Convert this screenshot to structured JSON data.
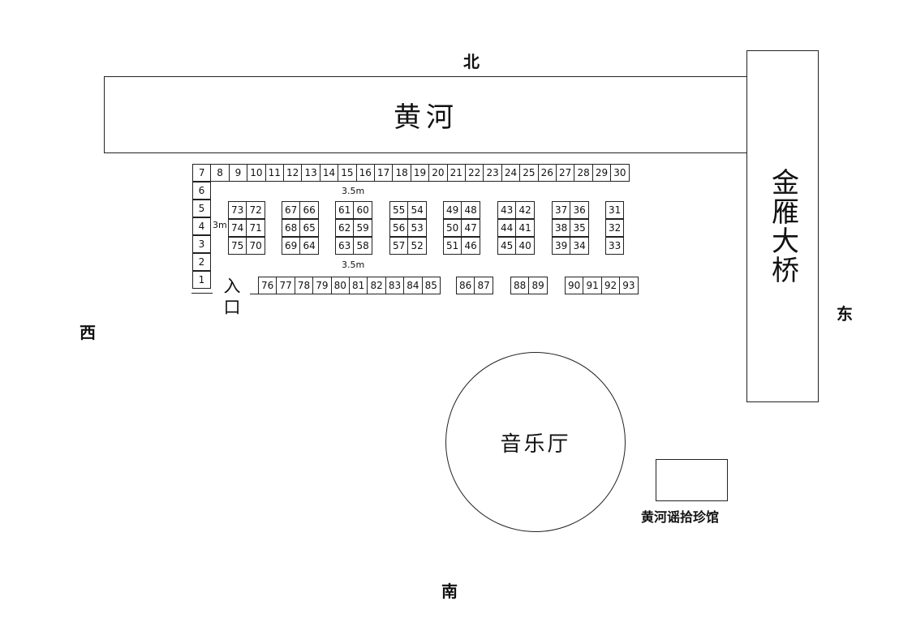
{
  "labels": {
    "north": "北",
    "south": "南",
    "east": "东",
    "west": "西",
    "river": "黄河",
    "bridge": "金雁大桥",
    "music_hall": "音乐厅",
    "museum": "黄河谣拾珍馆",
    "entrance_line1": "入",
    "entrance_line2": "口",
    "gap_top": "3.5m",
    "gap_bottom": "3.5m",
    "gap_left": "3m"
  },
  "stalls": {
    "top_row": [
      "7",
      "8",
      "9",
      "10",
      "11",
      "12",
      "13",
      "14",
      "15",
      "16",
      "17",
      "18",
      "19",
      "20",
      "21",
      "22",
      "23",
      "24",
      "25",
      "26",
      "27",
      "28",
      "29",
      "30"
    ],
    "left_column": [
      "6",
      "5",
      "4",
      "3",
      "2",
      "1"
    ],
    "bottom_groups": [
      [
        "76",
        "77",
        "78",
        "79",
        "80",
        "81",
        "82",
        "83",
        "84",
        "85"
      ],
      [
        "86",
        "87"
      ],
      [
        "88",
        "89"
      ],
      [
        "90",
        "91",
        "92",
        "93"
      ]
    ],
    "inner_blocks": [
      [
        [
          "73",
          "72"
        ],
        [
          "74",
          "71"
        ],
        [
          "75",
          "70"
        ]
      ],
      [
        [
          "67",
          "66"
        ],
        [
          "68",
          "65"
        ],
        [
          "69",
          "64"
        ]
      ],
      [
        [
          "61",
          "60"
        ],
        [
          "62",
          "59"
        ],
        [
          "63",
          "58"
        ]
      ],
      [
        [
          "55",
          "54"
        ],
        [
          "56",
          "53"
        ],
        [
          "57",
          "52"
        ]
      ],
      [
        [
          "49",
          "48"
        ],
        [
          "50",
          "47"
        ],
        [
          "51",
          "46"
        ]
      ],
      [
        [
          "43",
          "42"
        ],
        [
          "44",
          "41"
        ],
        [
          "45",
          "40"
        ]
      ],
      [
        [
          "37",
          "36"
        ],
        [
          "38",
          "35"
        ],
        [
          "39",
          "34"
        ]
      ],
      [
        [
          "31"
        ],
        [
          "32"
        ],
        [
          "33"
        ]
      ]
    ]
  }
}
